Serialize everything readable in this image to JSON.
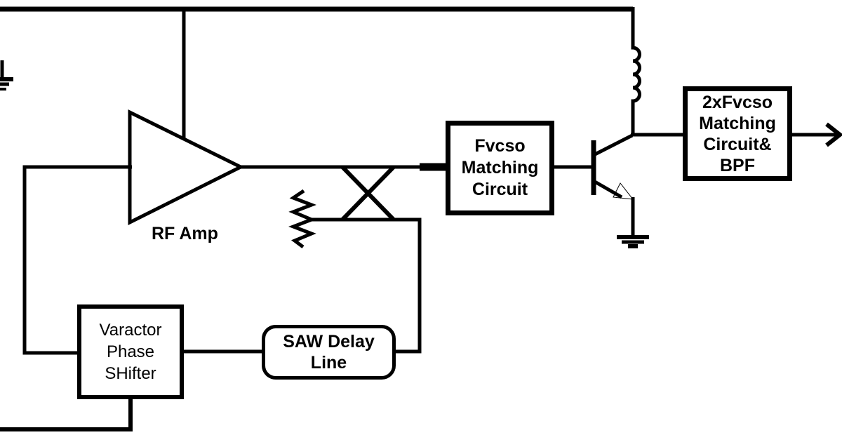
{
  "colors": {
    "ink": "#000000",
    "background": "#ffffff"
  },
  "labels": {
    "rf_amp": "RF Amp"
  },
  "boxes": {
    "fvcso_matching": {
      "lines": [
        "Fvcso",
        "Matching",
        "Circuit"
      ]
    },
    "doubler_matching": {
      "lines": [
        "2xFvcso",
        "Matching",
        "Circuit&",
        "BPF"
      ]
    },
    "varactor_phase_shifter": {
      "lines": [
        "Varactor",
        "Phase",
        "SHifter"
      ]
    },
    "saw_delay_line": {
      "lines": [
        "SAW Delay",
        "Line"
      ]
    }
  },
  "symbols": {
    "amplifier": "triangle-amplifier-icon",
    "coupler": "directional-coupler-x-icon",
    "resistor": "zigzag-resistor-icon",
    "inductor": "coil-inductor-icon",
    "transistor": "npn-transistor-icon",
    "ground_left": "ground-icon",
    "ground_emitter": "ground-icon",
    "output": "arrow-right-icon"
  }
}
